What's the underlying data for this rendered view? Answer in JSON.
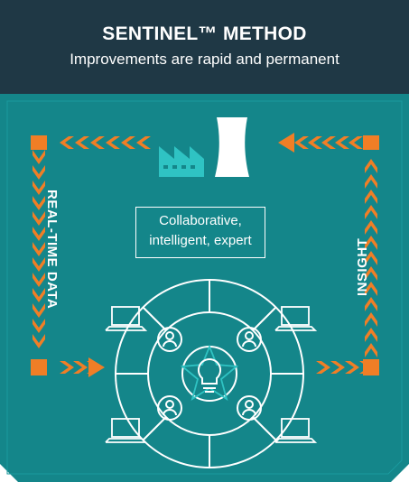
{
  "header": {
    "title": "SENTINEL™ METHOD",
    "subtitle": "Improvements are rapid and permanent"
  },
  "diagram": {
    "center_label_line1": "Collaborative,",
    "center_label_line2": "intelligent, expert",
    "left_flow_label": "REAL-TIME DATA",
    "right_flow_label": "INSIGHT"
  },
  "colors": {
    "header_bg": "#1f3845",
    "panel_bg": "#14868a",
    "arrow": "#f07e26",
    "line": "#ffffff",
    "factory": "#2fc3c3"
  }
}
